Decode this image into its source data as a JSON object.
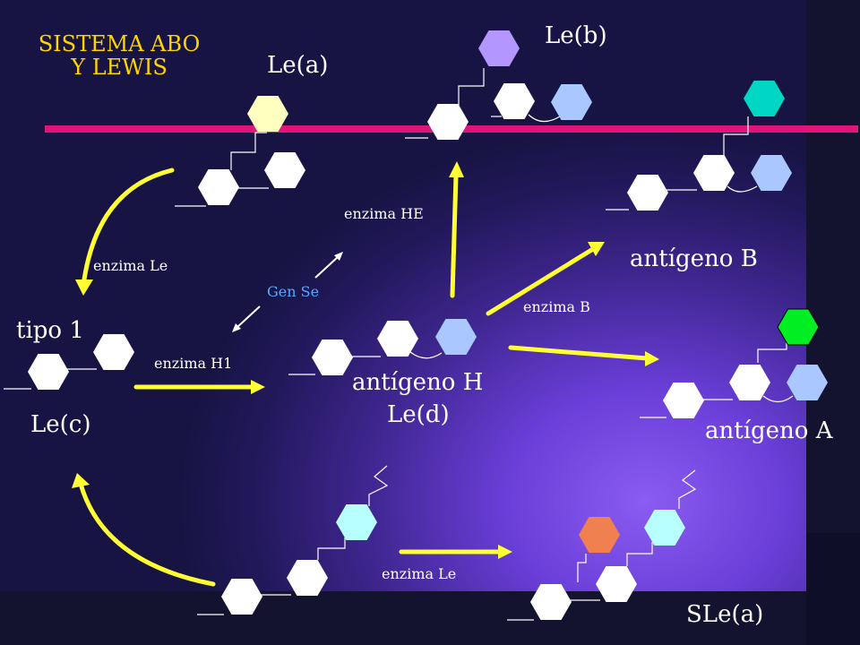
{
  "title": [
    "SISTEMA ABO",
    "Y LEWIS"
  ],
  "labels": {
    "lea": "Le(a)",
    "leb": "Le(b)",
    "tipo1": "tipo 1",
    "lec": "Le(c)",
    "antigeno_h": "antígeno H",
    "led": "Le(d)",
    "antigeno_b": "antígeno B",
    "antigeno_a": "antígeno A",
    "slea": "SLe(a)"
  },
  "enzymes": {
    "le_top": "enzima Le",
    "h1": "enzima H1",
    "he": "enzima HE",
    "b": "enzima B",
    "le_bottom": "enzima Le",
    "gen_se": "Gen Se"
  },
  "colors": {
    "background_glow": "#8a5cf0",
    "membrane": "#e0157a",
    "arrow_yellow": "#ffff33",
    "title_yellow": "#ffd400",
    "hex_white": "#ffffff",
    "hex_blue": "#aac8ff",
    "hex_pale_yellow": "#ffffc0",
    "hex_lavender": "#b496ff",
    "hex_teal": "#00d6c4",
    "hex_green": "#00ee22",
    "hex_cyan": "#b8ffff",
    "hex_orange": "#f08050"
  }
}
